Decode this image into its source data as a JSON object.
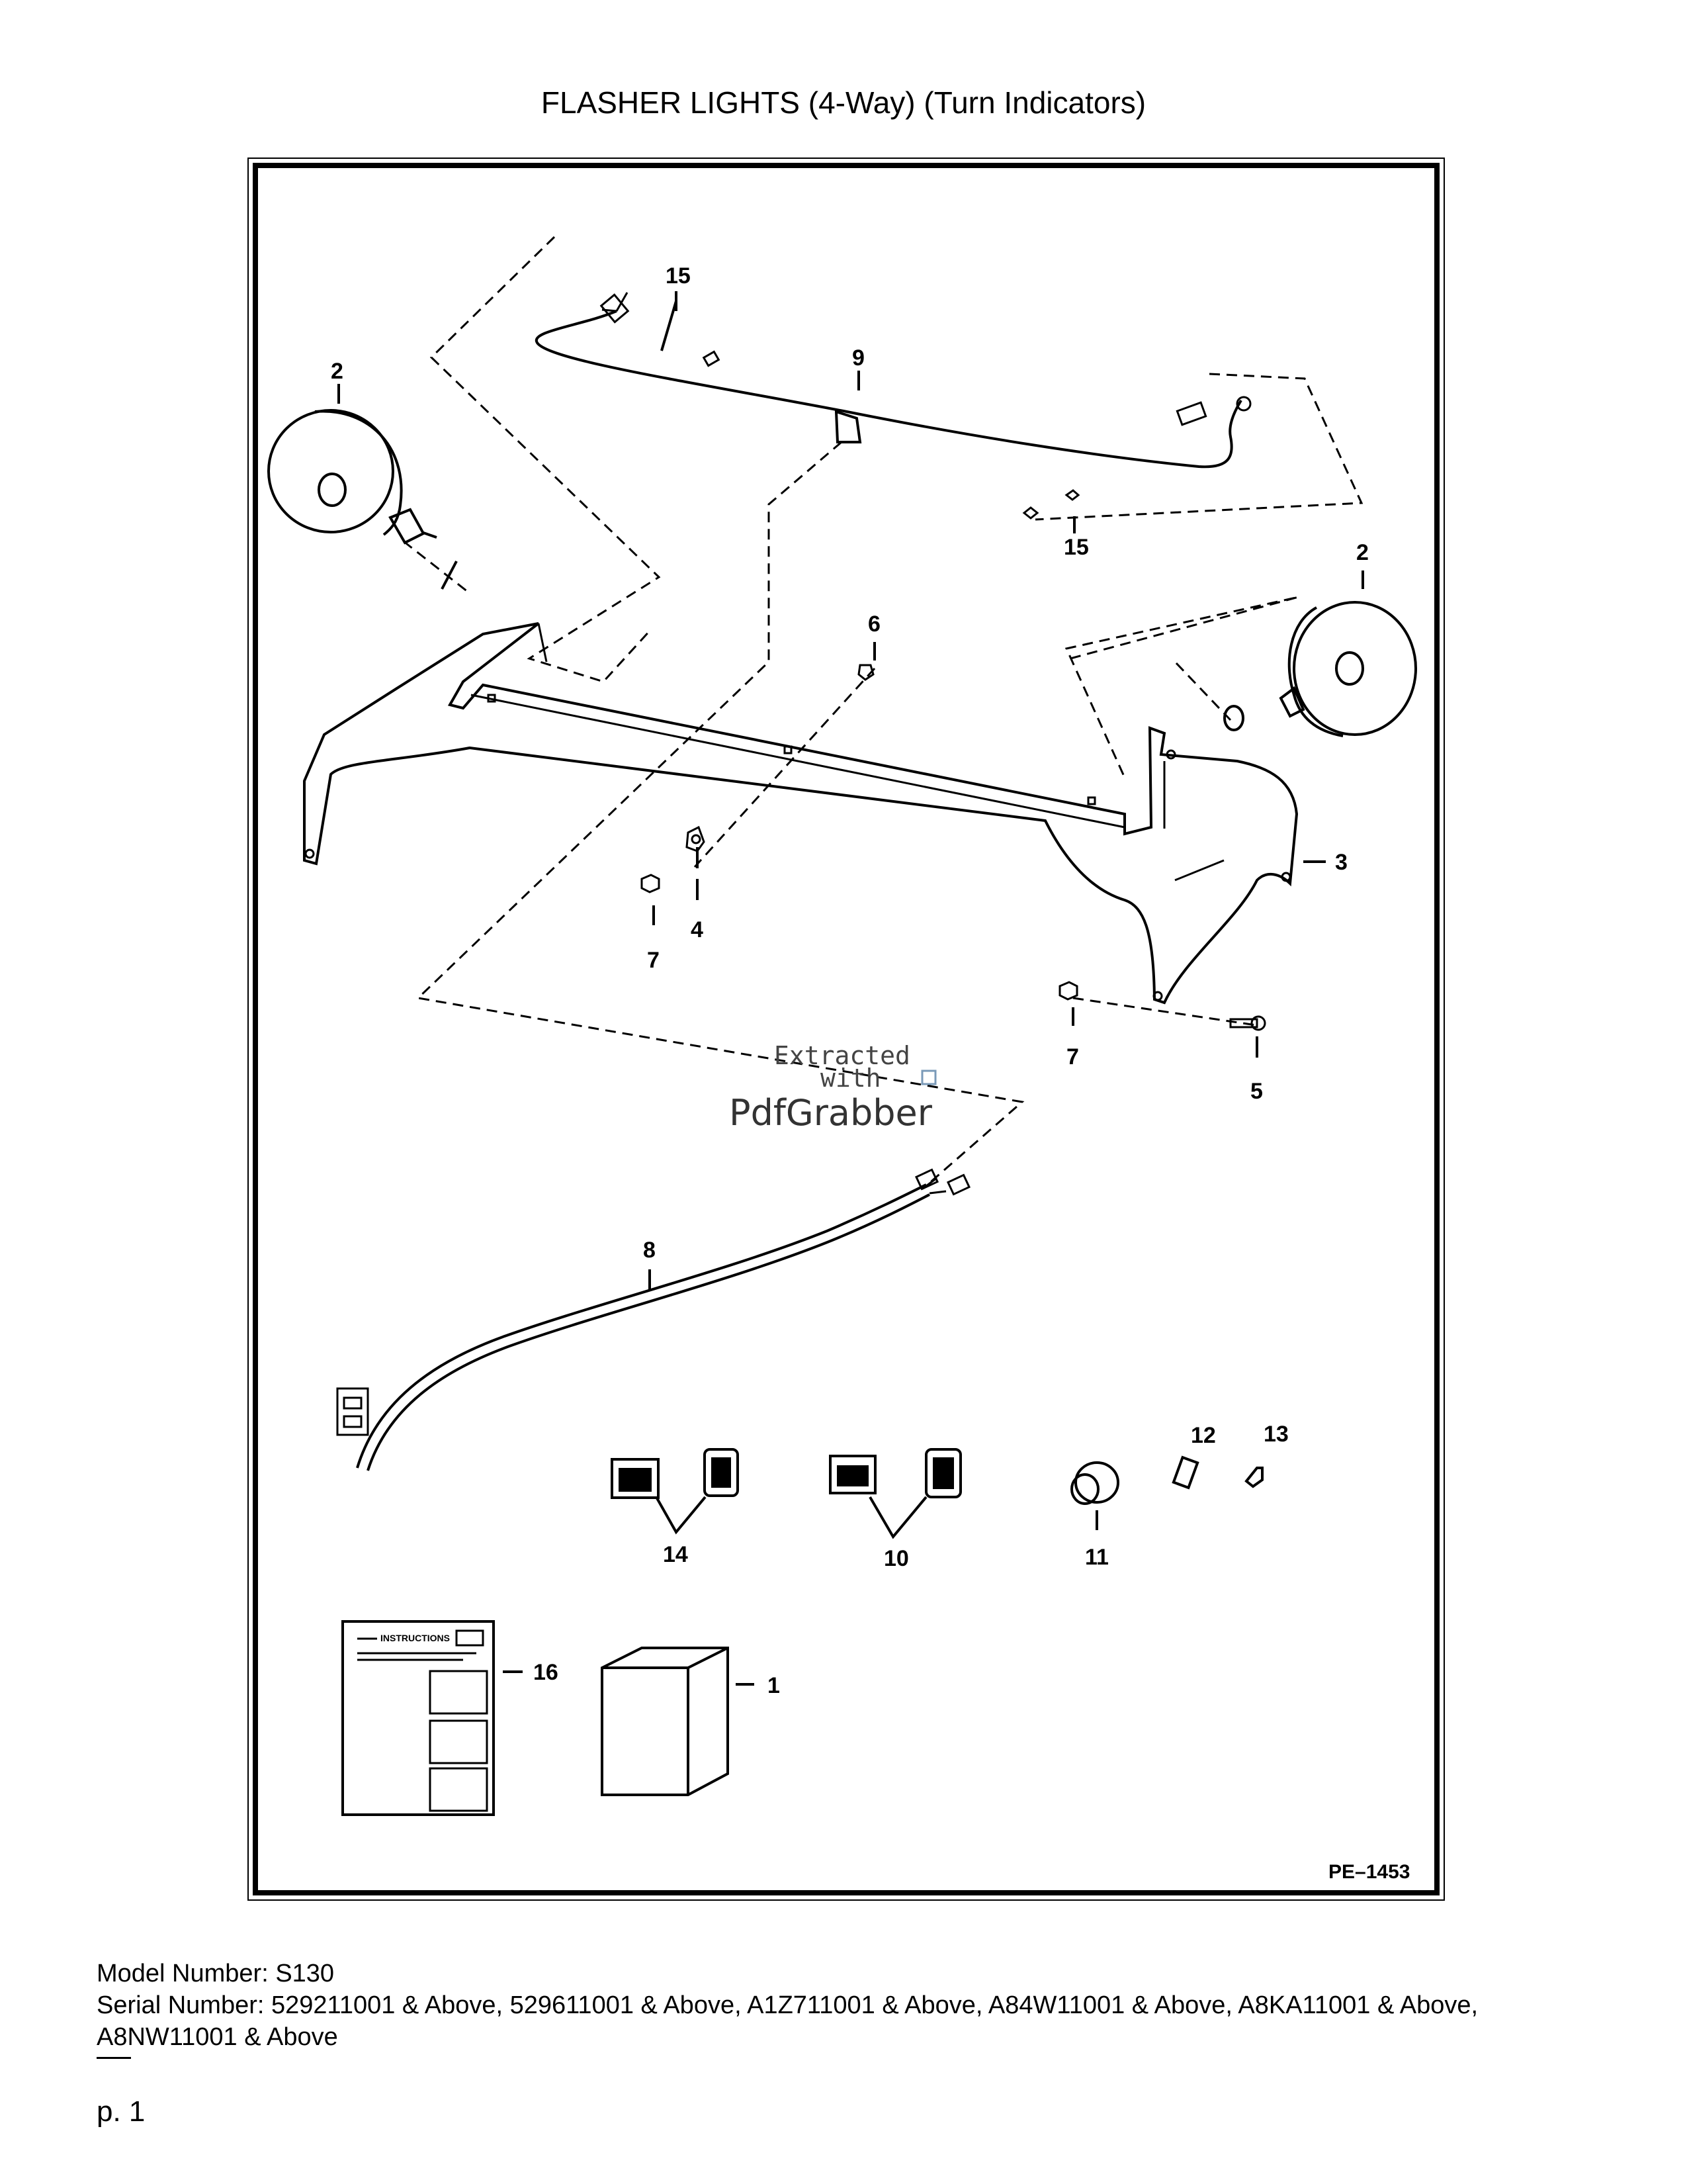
{
  "page": {
    "title": "FLASHER LIGHTS (4-Way) (Turn Indicators)",
    "model_line": "Model Number: S130",
    "serial_line": "Serial Number: 529211001 & Above, 529611001 & Above, A1Z711001 & Above, A84W11001 & Above, A8KA11001 & Above, A8NW11001 & Above",
    "page_label": "p. 1"
  },
  "diagram": {
    "drawing_code": "PE–1453",
    "watermark": {
      "line1": "Extracted",
      "line2": "with",
      "brand": "PdfGrabber"
    },
    "instructions_label": "INSTRUCTIONS",
    "callouts": {
      "c1": "1",
      "c2a": "2",
      "c2b": "2",
      "c3": "3",
      "c4": "4",
      "c5": "5",
      "c6": "6",
      "c7a": "7",
      "c7b": "7",
      "c8": "8",
      "c9": "9",
      "c10": "10",
      "c11": "11",
      "c12": "12",
      "c13": "13",
      "c14": "14",
      "c15a": "15",
      "c15b": "15",
      "c16": "16"
    }
  }
}
